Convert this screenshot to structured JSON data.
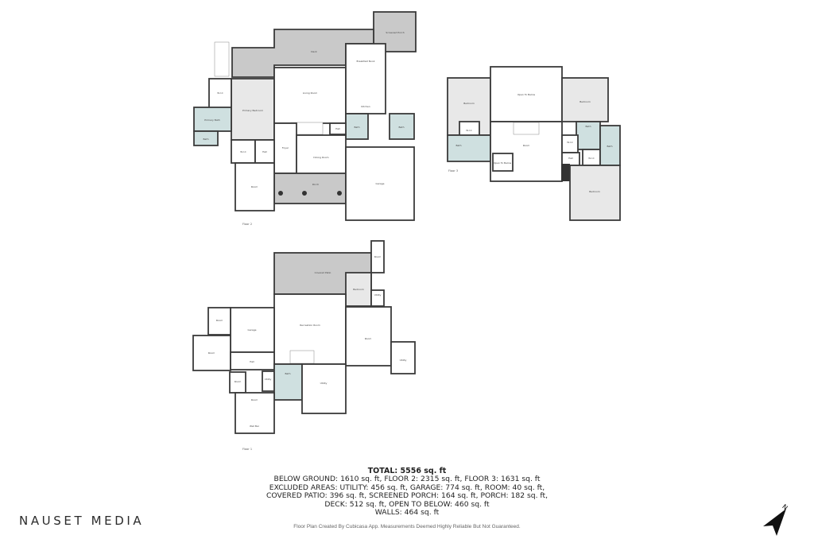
{
  "floors": {
    "floor2": {
      "label": "Floor 2",
      "rooms": {
        "screened_porch": "Screened Porch",
        "deck": "Deck",
        "breakfast_nook": "Breakfast Nook",
        "primary_bedroom": "Primary Bedroom",
        "living_room": "Living Room",
        "kitchen": "Kitchen",
        "primary_bath": "Primary Bath",
        "bath_primary_wc": "Bath",
        "wic_upper": "W.I.C",
        "bath_center": "Bath",
        "bath_right": "Bath",
        "hall_center": "Hall",
        "foyer": "Foyer",
        "wic_lower": "W.I.C",
        "hall_lower": "Hall",
        "dining_room": "Dining Room",
        "room": "Room",
        "porch": "Porch",
        "garage": "Garage"
      }
    },
    "floor3": {
      "label": "Floor 3",
      "rooms": {
        "bedroom_left": "Bedroom",
        "open_to_below_top": "Open To Below",
        "bedroom_right": "Bedroom",
        "wic_left": "W.I.C",
        "bath_left": "Bath",
        "room": "Room",
        "open_to_below_small": "Open To Below",
        "bath_right": "Bath",
        "wic_mid": "W.I.C",
        "hall": "Hall",
        "wic_right": "W.I.C",
        "bath_far_right": "Bath",
        "bedroom_bottom": "Bedroom"
      }
    },
    "below_ground": {
      "label": "Floor 1",
      "rooms": {
        "covered_patio": "Covered Patio",
        "room_narrow": "Room",
        "bedroom": "Bedroom",
        "utility_small": "Utility",
        "room_left_top": "Room",
        "garage": "Garage",
        "recreation_room": "Recreation Room",
        "room_left": "Room",
        "room_right": "Room",
        "utility_right": "Utility",
        "hall": "Hall",
        "bath": "Bath",
        "room_small": "Room",
        "utility_small2": "Utility",
        "utility_center": "Utility",
        "room_bottom": "Room",
        "wet_bar": "Wet Bar"
      }
    }
  },
  "summary": {
    "total": "TOTAL: 5556 sq. ft",
    "line1": "BELOW GROUND: 1610 sq. ft, FLOOR 2: 2315 sq. ft, FLOOR 3: 1631 sq. ft",
    "line2": "EXCLUDED AREAS: UTILITY: 456 sq. ft, GARAGE: 774 sq. ft, ROOM: 40 sq. ft,",
    "line3": "COVERED PATIO: 396 sq. ft, SCREENED PORCH: 164 sq. ft, PORCH: 182 sq. ft,",
    "line4": "DECK: 512 sq. ft, OPEN TO BELOW: 460 sq. ft",
    "line5": "WALLS: 464 sq. ft"
  },
  "disclaimer": "Floor Plan Created By Cubicasa App. Measurements Deemed Highly Reliable But Not Guaranteed.",
  "brand": "NAUSET MEDIA",
  "compass_label": "N"
}
